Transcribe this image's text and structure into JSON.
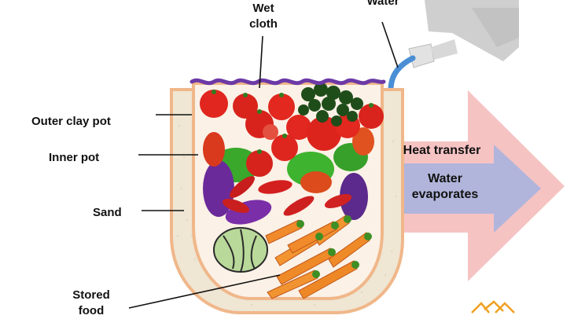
{
  "labels": {
    "wet_cloth_line1": "Wet",
    "wet_cloth_line2": "cloth",
    "water": "Water",
    "outer_clay_pot": "Outer clay pot",
    "inner_pot": "Inner pot",
    "sand": "Sand",
    "stored_food_line1": "Stored",
    "stored_food_line2": "food",
    "heat_transfer": "Heat transfer",
    "water_evaporates_line1": "Water",
    "water_evaporates_line2": "evaporates"
  },
  "colors": {
    "clay_outline": "#f2b98a",
    "sand": "#efe6d4",
    "inner_pot_fill": "#fbf1e6",
    "cloth": "#6d3da6",
    "heat_arrow": "#f4b0b0",
    "evaporation_arrow": "#a9b3dc",
    "watering_can": "#c8c8c8",
    "spout_pipe": "#4a90d9"
  },
  "icons": {
    "watering_can": "watering-can-icon",
    "logo": "logo-icon"
  }
}
